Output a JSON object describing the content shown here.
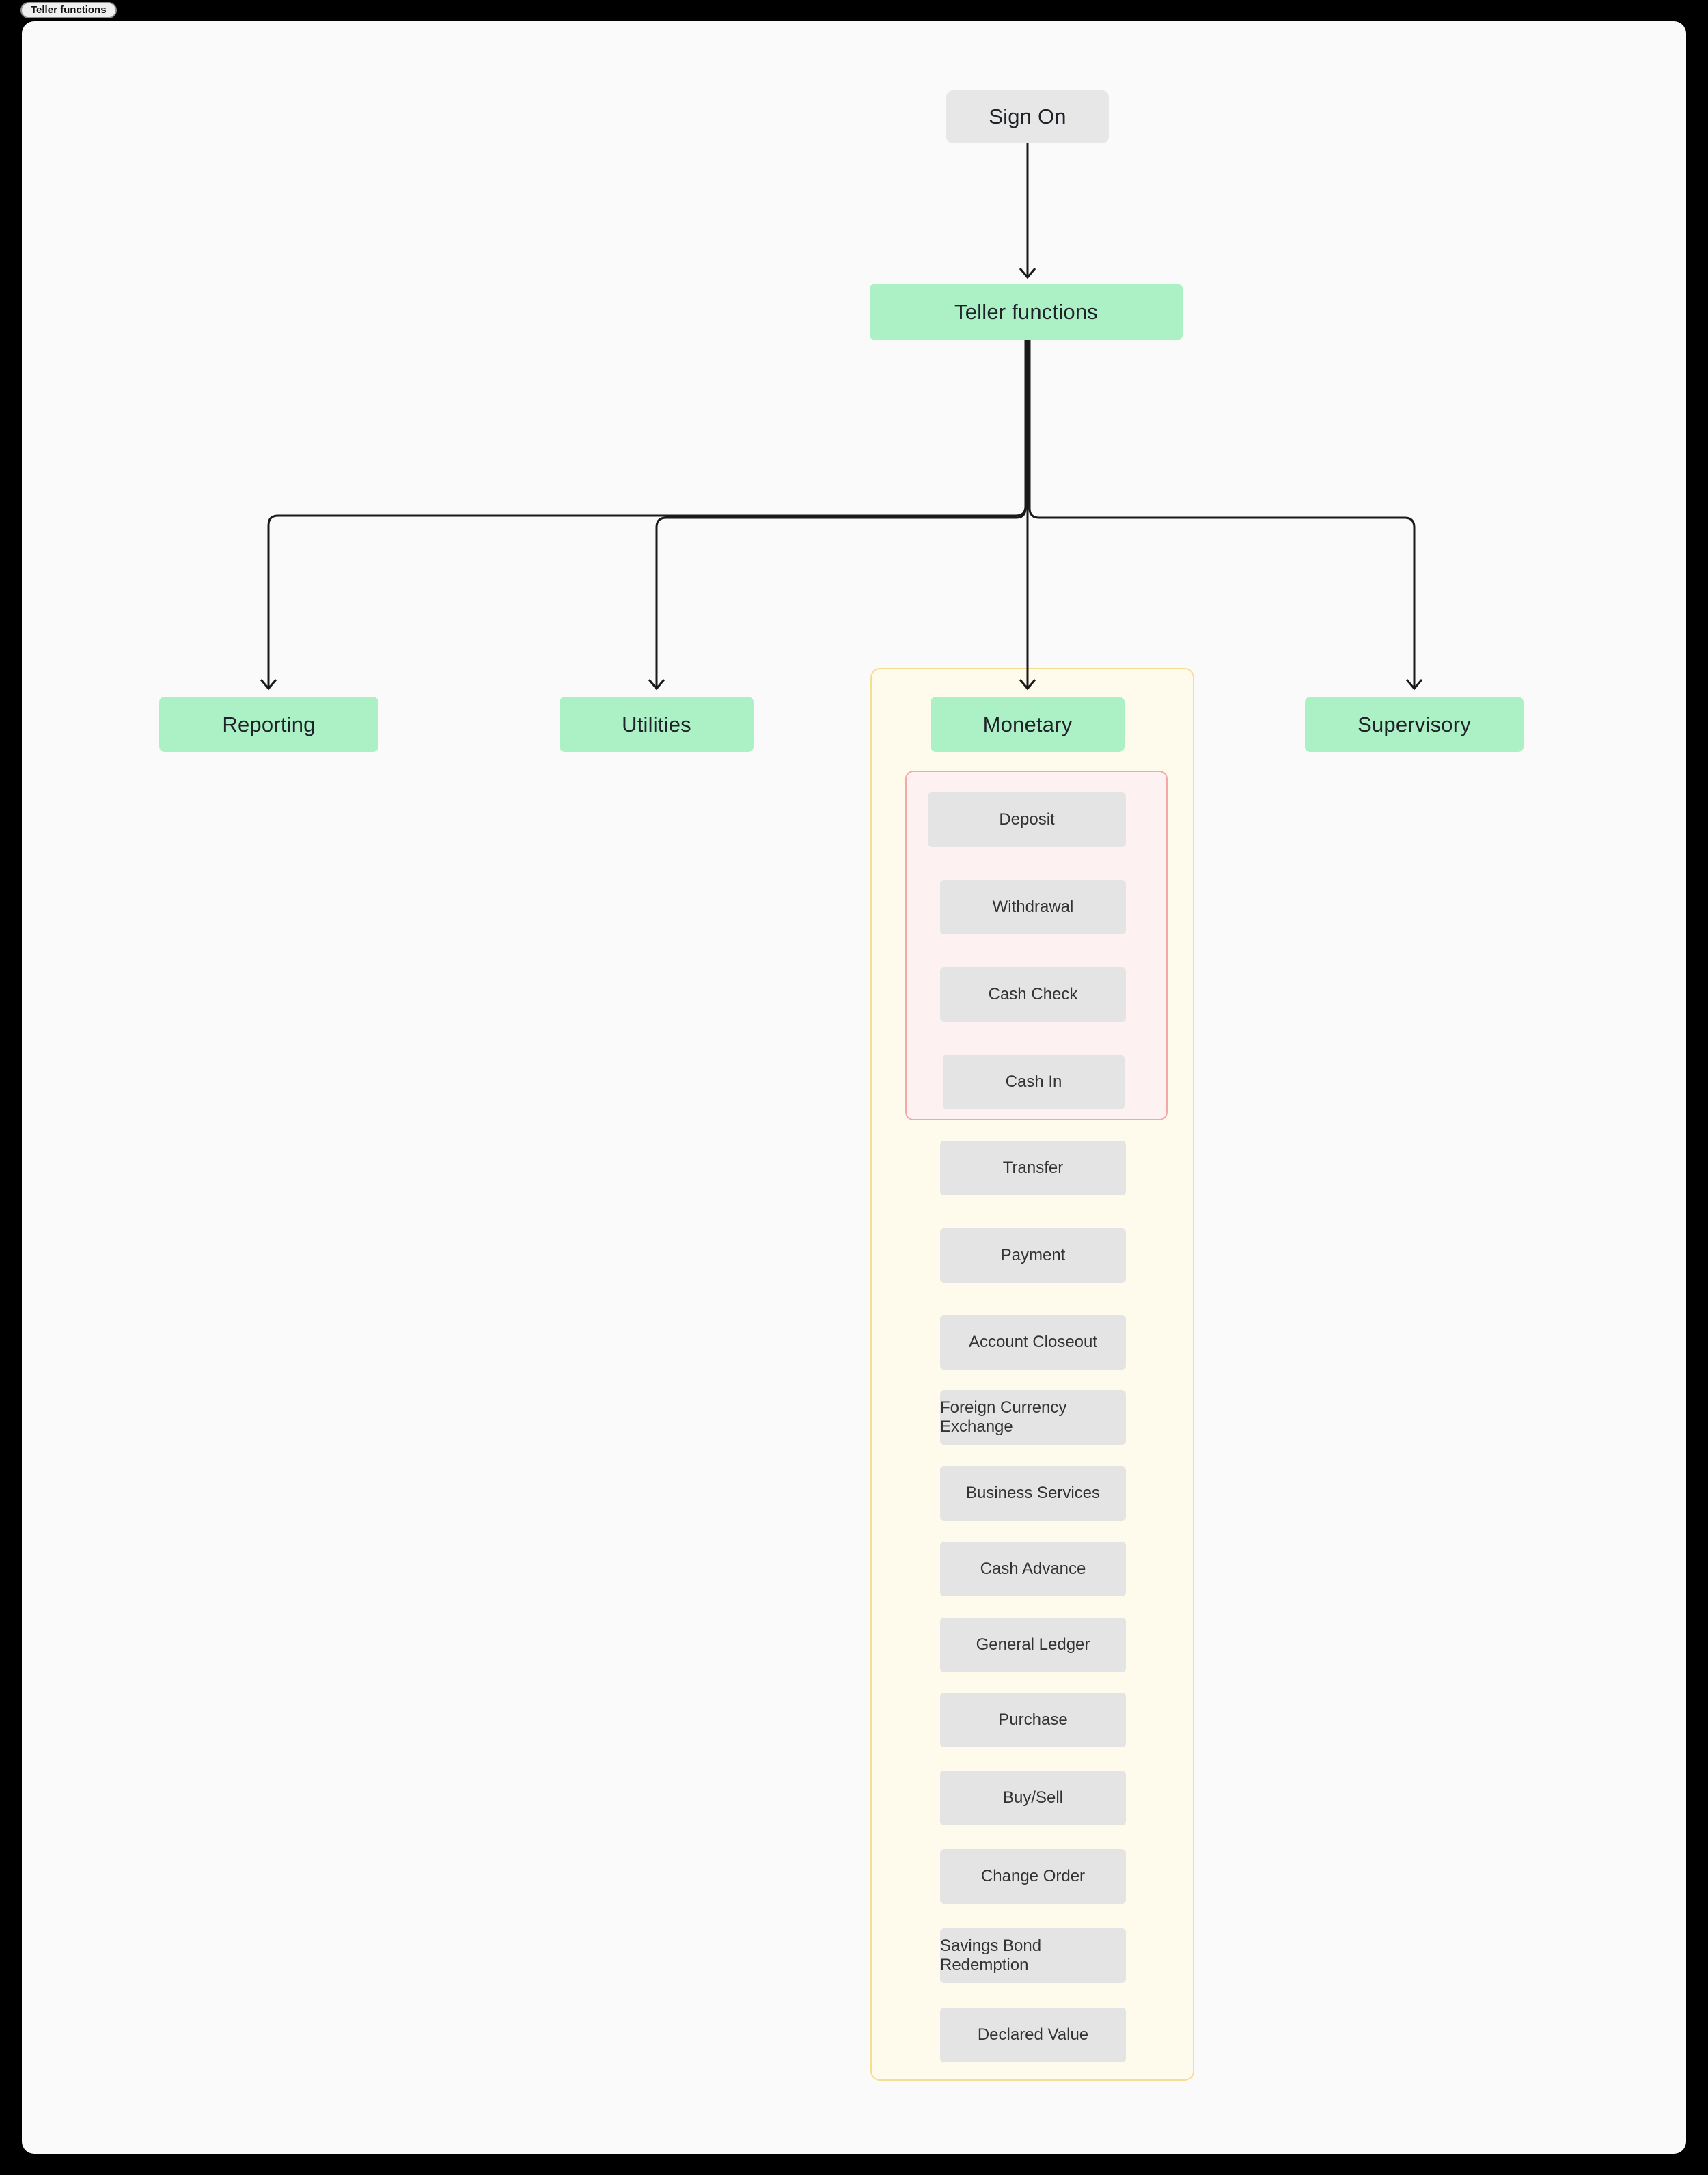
{
  "toolbar": {
    "button_label": "Teller functions"
  },
  "diagram": {
    "root_label": "Sign On",
    "level1_label": "Teller functions",
    "branches": [
      "Reporting",
      "Utilities",
      "Monetary",
      "Supervisory"
    ],
    "monetary": {
      "items": [
        "Deposit",
        "Withdrawal",
        "Cash Check",
        "Cash In",
        "Transfer",
        "Payment",
        "Account Closeout",
        "Foreign Currency Exchange",
        "Business Services",
        "Cash Advance",
        "General Ledger",
        "Purchase",
        "Buy/Sell",
        "Change Order",
        "Savings Bond Redemption",
        "Declared Value"
      ],
      "highlighted_items": [
        "Deposit",
        "Withdrawal",
        "Cash Check",
        "Cash In"
      ]
    }
  },
  "colors": {
    "node_green": "#acf0c6",
    "node_gray": "#e7e7e7",
    "item_gray": "#e4e4e4",
    "connector": "#1a1a1a",
    "group_border_yellow": "#f7dd92",
    "group_fill_cream": "#fffbec",
    "subgroup_border_red": "#f5a8a8",
    "subgroup_fill_pink": "#fdf1f1"
  }
}
